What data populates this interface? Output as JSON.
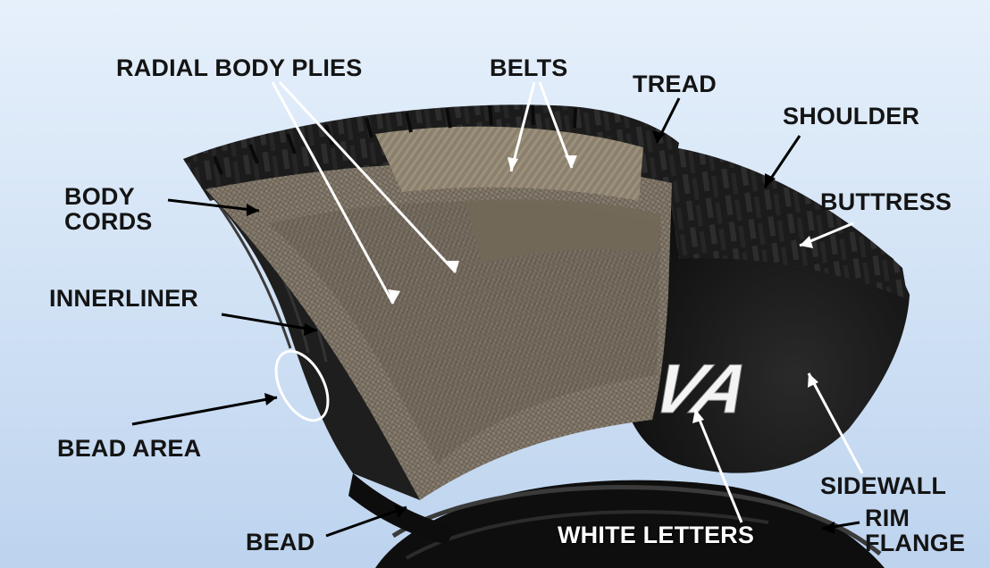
{
  "labels": {
    "radial_body_plies": "RADIAL BODY PLIES",
    "belts": "BELTS",
    "tread": "TREAD",
    "shoulder": "SHOULDER",
    "body_cords_line1": "BODY",
    "body_cords_line2": "CORDS",
    "buttress": "BUTTRESS",
    "innerliner": "INNERLINER",
    "bead_area": "BEAD AREA",
    "sidewall": "SIDEWALL",
    "rim_flange_line1": "RIM",
    "rim_flange_line2": "FLANGE",
    "bead": "BEAD",
    "white_letters": "WHITE LETTERS"
  },
  "sidewall_lettering": "VA",
  "colors": {
    "background_top": "#e6f0fb",
    "background_bottom": "#bdd3ee",
    "label_text": "#141414",
    "rubber": "#161616",
    "cord_ply": "#6b6258",
    "belt": "#7a7262",
    "leader_white": "#ffffff",
    "leader_black": "#000000"
  }
}
